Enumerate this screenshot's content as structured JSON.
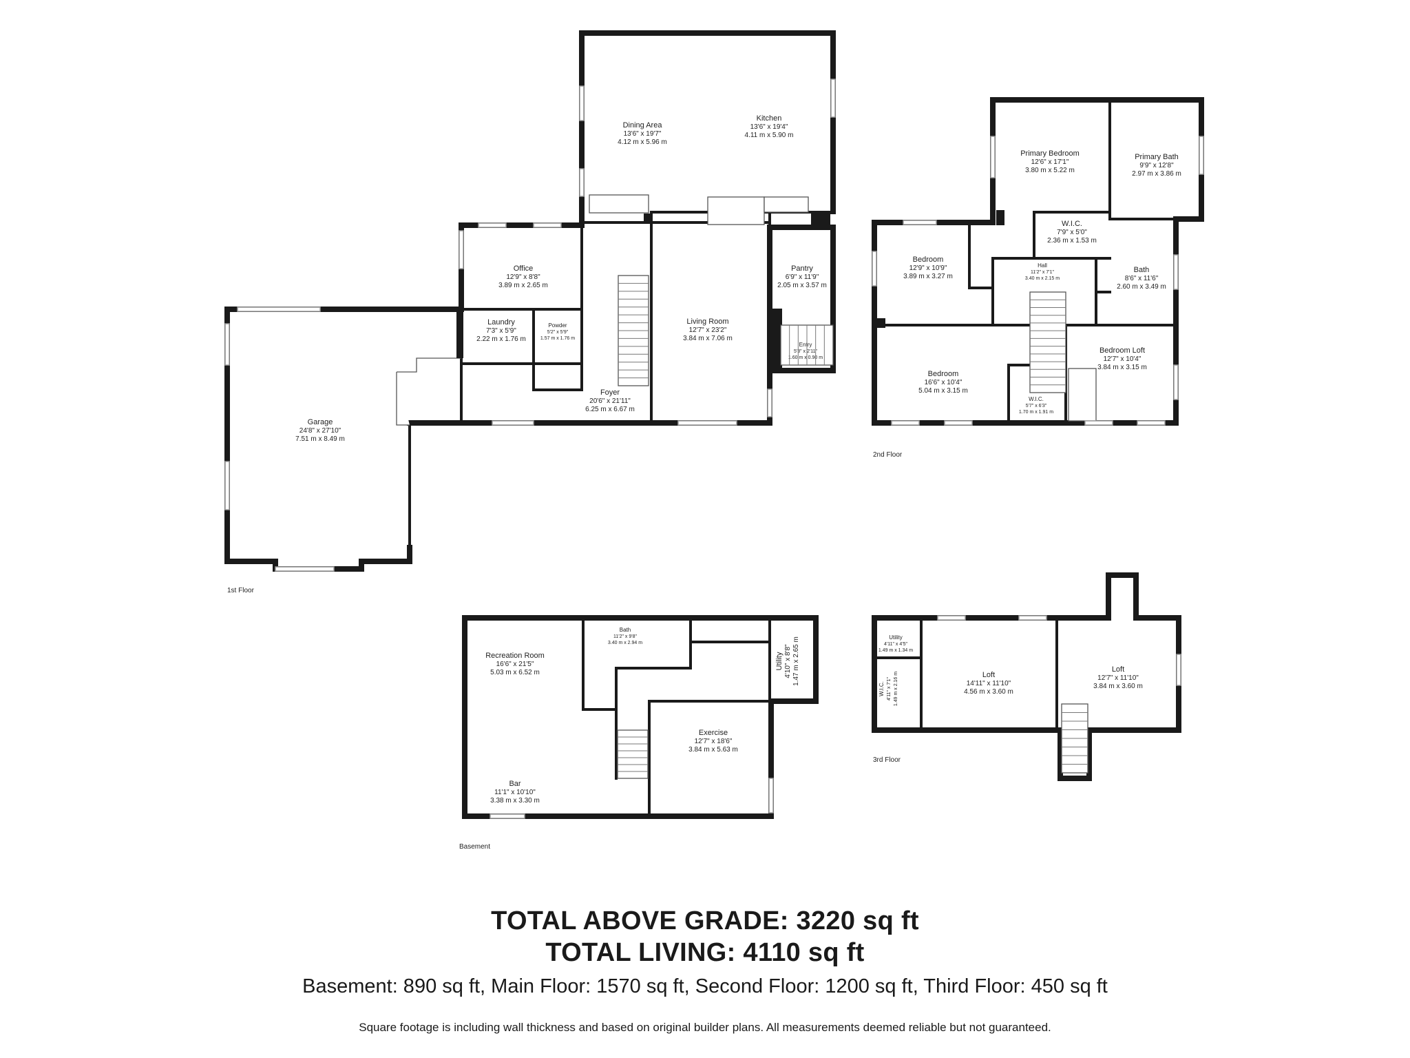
{
  "floors": {
    "first": {
      "label": "1st Floor"
    },
    "second": {
      "label": "2nd Floor"
    },
    "third": {
      "label": "3rd Floor"
    },
    "basement": {
      "label": "Basement"
    }
  },
  "rooms": {
    "dining": {
      "name": "Dining Area",
      "imperial": "13'6\" x 19'7\"",
      "metric": "4.12 m x 5.96 m"
    },
    "kitchen": {
      "name": "Kitchen",
      "imperial": "13'6\" x 19'4\"",
      "metric": "4.11 m x 5.90 m"
    },
    "office": {
      "name": "Office",
      "imperial": "12'9\" x 8'8\"",
      "metric": "3.89 m x 2.65 m"
    },
    "pantry": {
      "name": "Pantry",
      "imperial": "6'9\" x 11'9\"",
      "metric": "2.05 m x 3.57 m"
    },
    "living": {
      "name": "Living Room",
      "imperial": "12'7\" x 23'2\"",
      "metric": "3.84 m x 7.06 m"
    },
    "laundry": {
      "name": "Laundry",
      "imperial": "7'3\" x 5'9\"",
      "metric": "2.22 m x 1.76 m"
    },
    "powder": {
      "name": "Powder",
      "imperial": "5'2\" x 5'9\"",
      "metric": "1.57 m x 1.76 m"
    },
    "entry": {
      "name": "Entry",
      "imperial": "5'3\" x 2'11\"",
      "metric": "1.60 m x 0.90 m"
    },
    "foyer": {
      "name": "Foyer",
      "imperial": "20'6\" x 21'11\"",
      "metric": "6.25 m x 6.67 m"
    },
    "garage": {
      "name": "Garage",
      "imperial": "24'8\" x 27'10\"",
      "metric": "7.51 m x 8.49 m"
    },
    "primary_bed": {
      "name": "Primary Bedroom",
      "imperial": "12'6\" x 17'1\"",
      "metric": "3.80 m x 5.22 m"
    },
    "primary_bath": {
      "name": "Primary Bath",
      "imperial": "9'9\" x 12'8\"",
      "metric": "2.97 m x 3.86 m"
    },
    "wic_primary": {
      "name": "W.I.C.",
      "imperial": "7'9\" x 5'0\"",
      "metric": "2.36 m x 1.53 m"
    },
    "bedroom1": {
      "name": "Bedroom",
      "imperial": "12'9\" x 10'9\"",
      "metric": "3.89 m x 3.27 m"
    },
    "hall": {
      "name": "Hall",
      "imperial": "11'2\" x 7'1\"",
      "metric": "3.40 m x 2.15 m"
    },
    "bath2": {
      "name": "Bath",
      "imperial": "8'6\" x 11'6\"",
      "metric": "2.60 m x 3.49 m"
    },
    "bedroom2": {
      "name": "Bedroom",
      "imperial": "16'6\" x 10'4\"",
      "metric": "5.04 m x 3.15 m"
    },
    "wic2": {
      "name": "W.I.C.",
      "imperial": "5'7\" x 6'3\"",
      "metric": "1.70 m x 1.91 m"
    },
    "bedloft": {
      "name": "Bedroom Loft",
      "imperial": "12'7\" x 10'4\"",
      "metric": "3.84 m x 3.15 m"
    },
    "rec": {
      "name": "Recreation Room",
      "imperial": "16'6\" x 21'5\"",
      "metric": "5.03 m x 6.52 m"
    },
    "bath_b": {
      "name": "Bath",
      "imperial": "11'2\" x 9'8\"",
      "metric": "3.40 m x 2.94 m"
    },
    "utility_b": {
      "name": "Utility",
      "imperial": "4'10\" x 8'8\"",
      "metric": "1.47 m x 2.65 m"
    },
    "exercise": {
      "name": "Exercise",
      "imperial": "12'7\" x 18'6\"",
      "metric": "3.84 m x 5.63 m"
    },
    "bar": {
      "name": "Bar",
      "imperial": "11'1\" x 10'10\"",
      "metric": "3.38 m x 3.30 m"
    },
    "utility3": {
      "name": "Utility",
      "imperial": "4'11\" x 4'5\"",
      "metric": "1.49 m x 1.34 m"
    },
    "wic3": {
      "name": "W.I.C.",
      "imperial": "4'11\" x 7'1\"",
      "metric": "1.49 m x 2.16 m"
    },
    "loft1": {
      "name": "Loft",
      "imperial": "14'11\" x 11'10\"",
      "metric": "4.56 m x 3.60 m"
    },
    "loft2": {
      "name": "Loft",
      "imperial": "12'7\" x 11'10\"",
      "metric": "3.84 m x 3.60 m"
    }
  },
  "totals": {
    "above_grade": "TOTAL ABOVE GRADE: 3220 sq ft",
    "living": "TOTAL LIVING: 4110 sq ft",
    "breakdown": "Basement: 890 sq ft, Main Floor: 1570 sq ft, Second Floor: 1200 sq ft, Third Floor: 450 sq ft",
    "disclaimer": "Square footage is including wall thickness and based on original builder plans. All measurements deemed reliable but not guaranteed."
  }
}
